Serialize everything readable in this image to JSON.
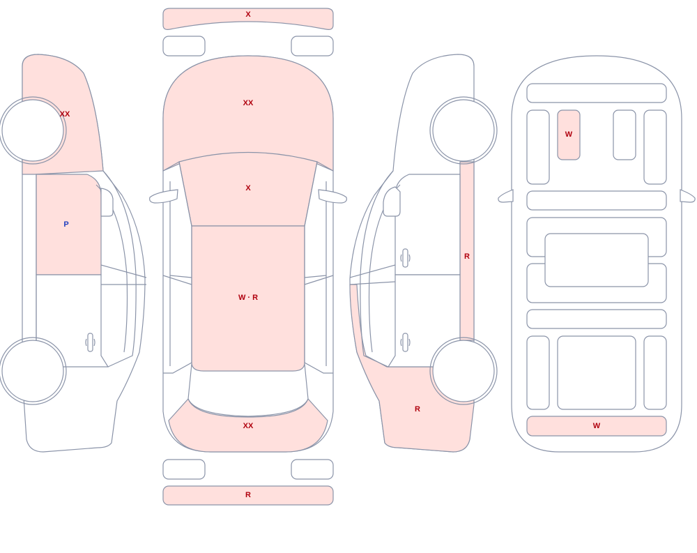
{
  "colors": {
    "outline": "#8a93a8",
    "damage_fill": "#ffe0dd",
    "code_damage": "#b0000e",
    "code_paint": "#1f3fbf"
  },
  "labels": {
    "front_bumper": "X",
    "hood": "XX",
    "windshield": "X",
    "roof": "W · R",
    "trunk": "XX",
    "rear_bumper": "R",
    "left_front_fender": "XX",
    "left_front_door": "P",
    "right_rocker": "R",
    "right_rear_quarter": "R",
    "interior_seat": "W",
    "interior_trunk_floor": "W"
  }
}
